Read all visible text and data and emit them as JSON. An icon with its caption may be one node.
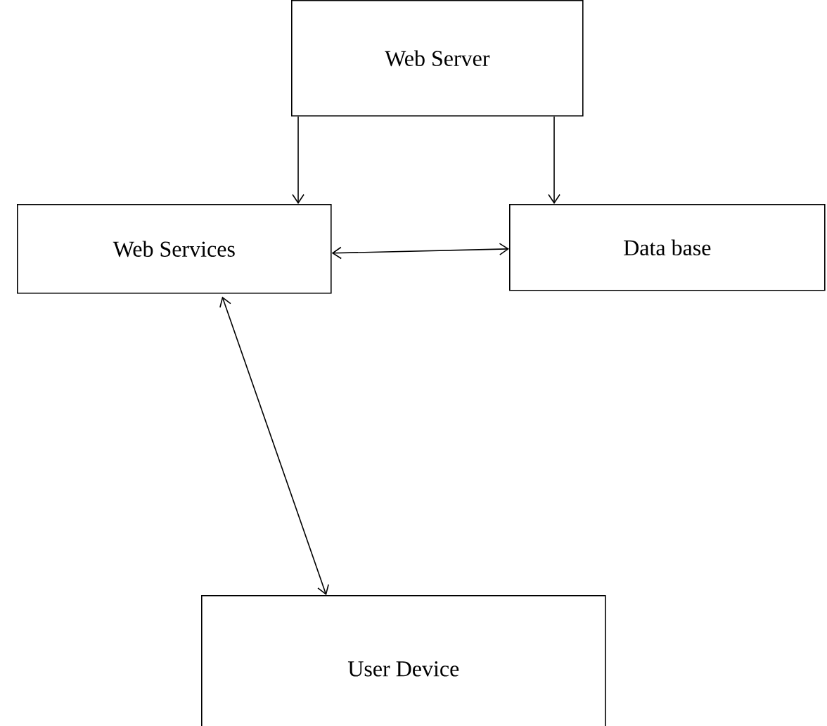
{
  "diagram": {
    "nodes": [
      {
        "text": [
          "Web Server"
        ]
      },
      {
        "text": [
          "Web Services"
        ]
      },
      {
        "text": [
          "Data base"
        ]
      },
      {
        "text": [
          "User Device"
        ]
      }
    ],
    "edges": [
      {
        "from": 0,
        "to": 1,
        "arrow": "to"
      },
      {
        "from": 0,
        "to": 2,
        "arrow": "to"
      },
      {
        "from": 1,
        "to": 2,
        "arrow": "both"
      },
      {
        "from": 1,
        "to": 3,
        "arrow": "both"
      }
    ]
  }
}
